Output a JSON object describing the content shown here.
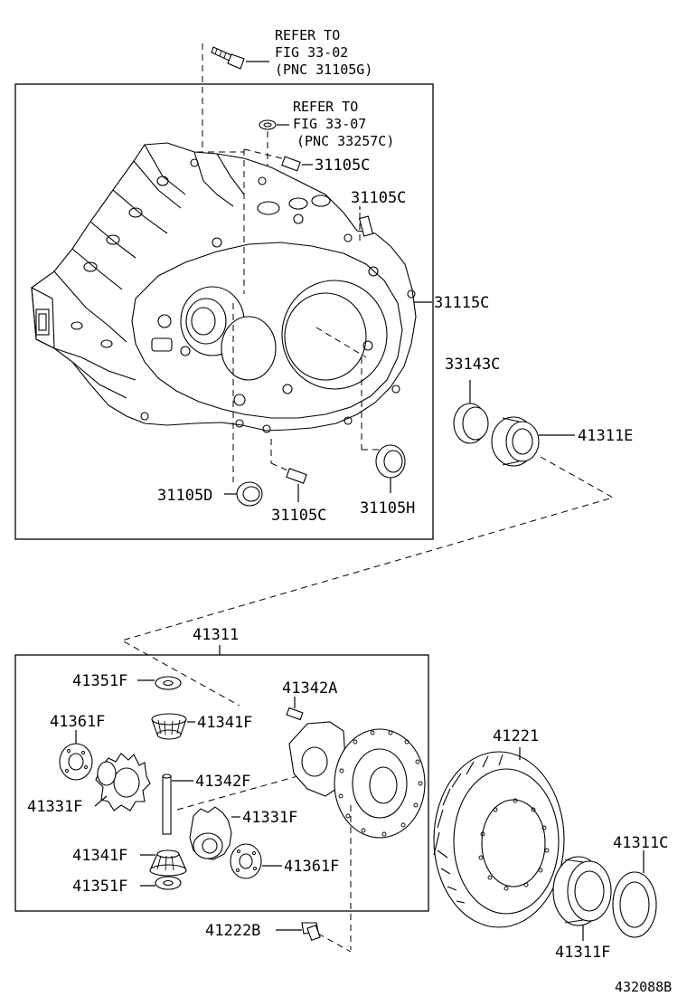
{
  "refs": {
    "ref1": [
      "REFER TO",
      "FIG 33-02",
      "(PNC 31105G)"
    ],
    "ref2": [
      "REFER TO",
      "FIG 33-07",
      "(PNC 33257C)"
    ]
  },
  "labels": {
    "p31105C_a": "31105C",
    "p31105C_b": "31105C",
    "p31105C_c": "31105C",
    "p31115C": "31115C",
    "p33143C": "33143C",
    "p41311E": "41311E",
    "p31105D": "31105D",
    "p31105H": "31105H",
    "p41311": "41311",
    "p41351F_a": "41351F",
    "p41342A": "41342A",
    "p41341F_a": "41341F",
    "p41361F_a": "41361F",
    "p41342F": "41342F",
    "p41331F_a": "41331F",
    "p41331F_b": "41331F",
    "p41341F_b": "41341F",
    "p41361F_b": "41361F",
    "p41351F_b": "41351F",
    "p41221": "41221",
    "p41311C": "41311C",
    "p41222B": "41222B",
    "p41311F": "41311F",
    "figure_id": "432088B"
  }
}
